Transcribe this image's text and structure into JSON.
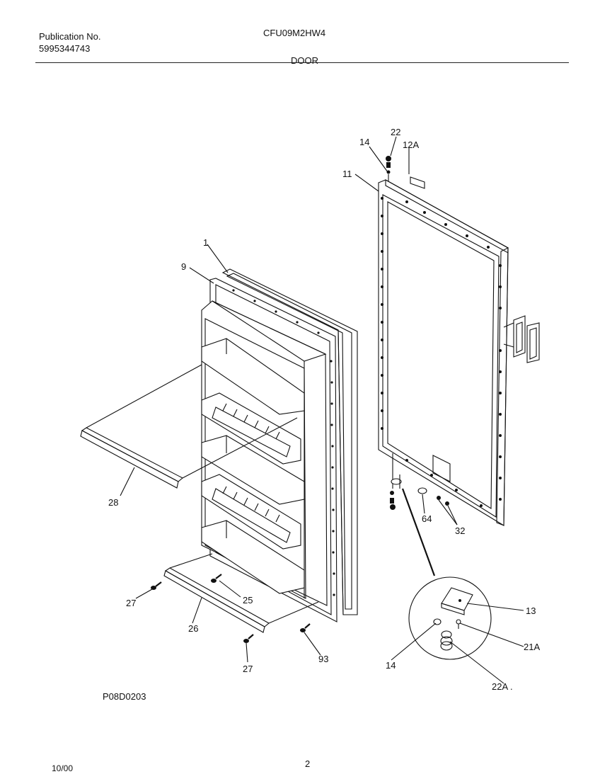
{
  "header": {
    "publication_label": "Publication No.",
    "publication_number": "5995344743",
    "model": "CFU09M2HW4",
    "section": "DOOR"
  },
  "callouts": {
    "p1": "1",
    "p9": "9",
    "p11": "11",
    "p12a": "12A",
    "p13": "13",
    "p14a": "14",
    "p14b": "14",
    "p21a": "21A",
    "p22": "22",
    "p22a": "22A .",
    "p25": "25",
    "p26": "26",
    "p27a": "27",
    "p27b": "27",
    "p28": "28",
    "p32": "32",
    "p64": "64",
    "p93": "93"
  },
  "diagram_code": "P08D0203",
  "footer": {
    "date": "10/00",
    "page": "2"
  }
}
